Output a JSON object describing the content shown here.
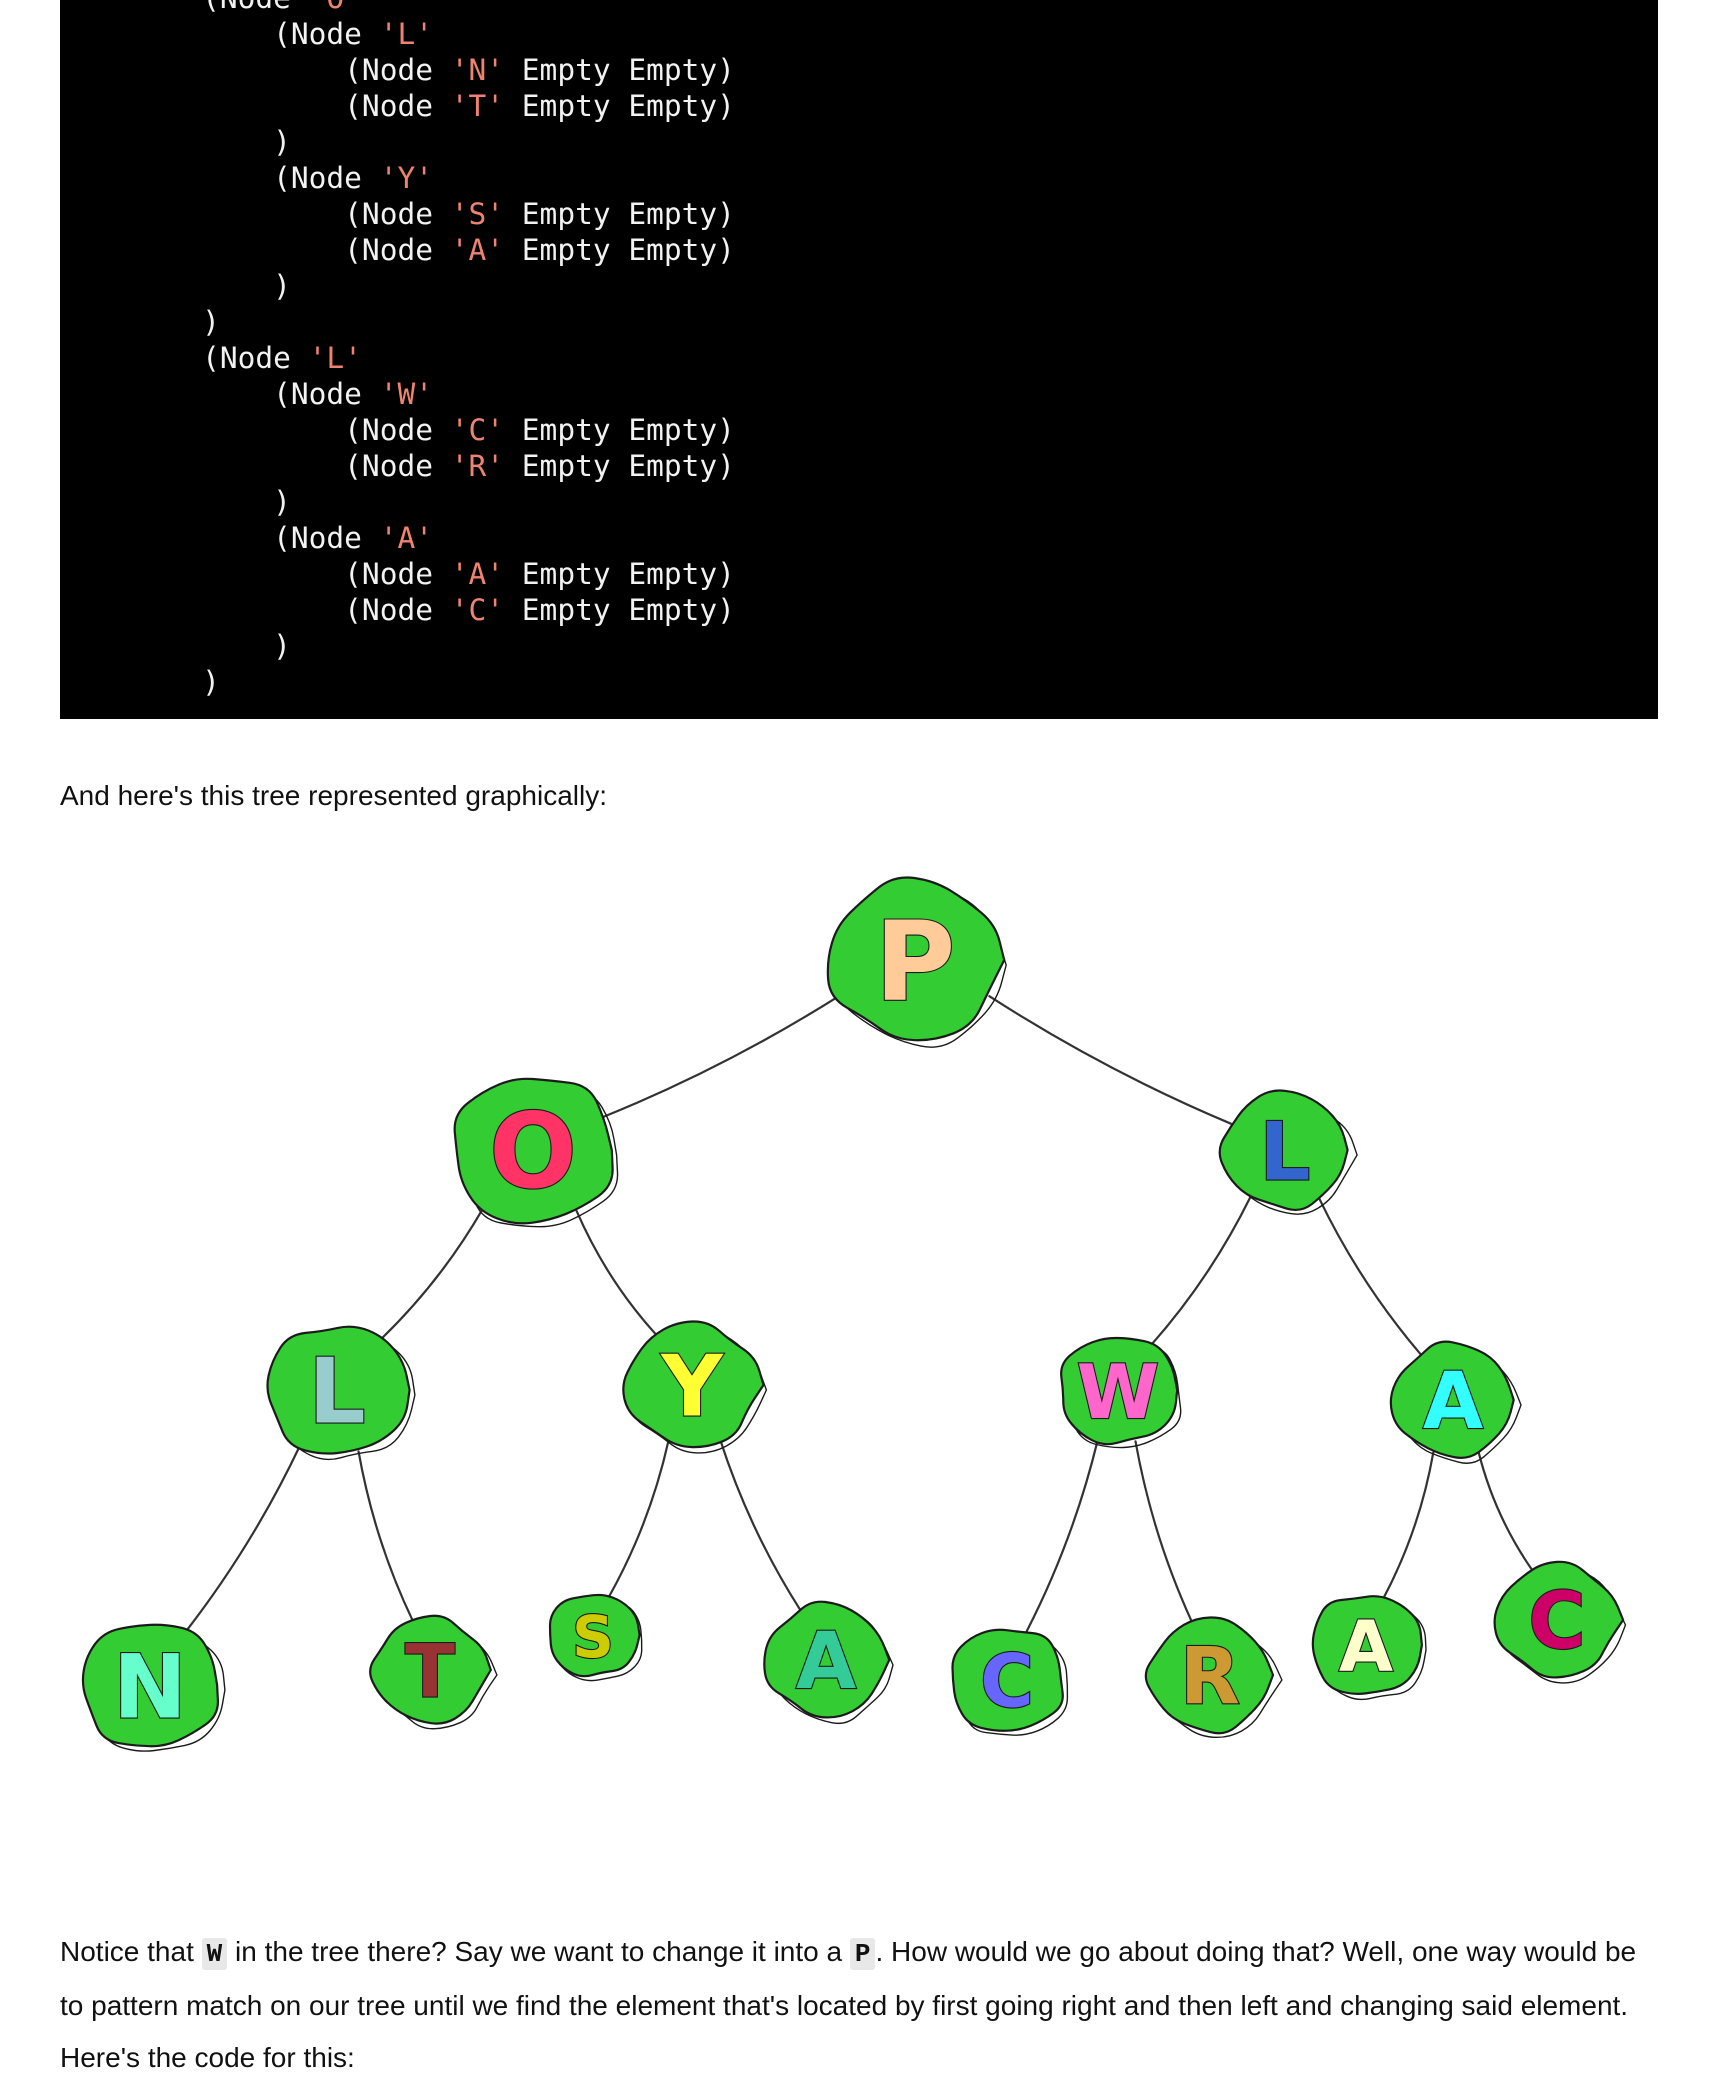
{
  "code_lines": [
    [
      {
        "t": "        (Node "
      },
      {
        "t": "'O'",
        "s": 1
      }
    ],
    [
      {
        "t": "            (Node "
      },
      {
        "t": "'L'",
        "s": 1
      }
    ],
    [
      {
        "t": "                (Node "
      },
      {
        "t": "'N'",
        "s": 1
      },
      {
        "t": " Empty Empty)"
      }
    ],
    [
      {
        "t": "                (Node "
      },
      {
        "t": "'T'",
        "s": 1
      },
      {
        "t": " Empty Empty)"
      }
    ],
    [
      {
        "t": "            )"
      }
    ],
    [
      {
        "t": "            (Node "
      },
      {
        "t": "'Y'",
        "s": 1
      }
    ],
    [
      {
        "t": "                (Node "
      },
      {
        "t": "'S'",
        "s": 1
      },
      {
        "t": " Empty Empty)"
      }
    ],
    [
      {
        "t": "                (Node "
      },
      {
        "t": "'A'",
        "s": 1
      },
      {
        "t": " Empty Empty)"
      }
    ],
    [
      {
        "t": "            )"
      }
    ],
    [
      {
        "t": "        )"
      }
    ],
    [
      {
        "t": "        (Node "
      },
      {
        "t": "'L'",
        "s": 1
      }
    ],
    [
      {
        "t": "            (Node "
      },
      {
        "t": "'W'",
        "s": 1
      }
    ],
    [
      {
        "t": "                (Node "
      },
      {
        "t": "'C'",
        "s": 1
      },
      {
        "t": " Empty Empty)"
      }
    ],
    [
      {
        "t": "                (Node "
      },
      {
        "t": "'R'",
        "s": 1
      },
      {
        "t": " Empty Empty)"
      }
    ],
    [
      {
        "t": "            )"
      }
    ],
    [
      {
        "t": "            (Node "
      },
      {
        "t": "'A'",
        "s": 1
      }
    ],
    [
      {
        "t": "                (Node "
      },
      {
        "t": "'A'",
        "s": 1
      },
      {
        "t": " Empty Empty)"
      }
    ],
    [
      {
        "t": "                (Node "
      },
      {
        "t": "'C'",
        "s": 1
      },
      {
        "t": " Empty Empty)"
      }
    ],
    [
      {
        "t": "            )"
      }
    ],
    [
      {
        "t": "        )"
      }
    ]
  ],
  "intro_text": "And here's this tree represented graphically:",
  "notice": {
    "before": "Notice that ",
    "code1": "W",
    "middle": " in the tree there? Say we want to change it into a ",
    "code2": "P",
    "after": ". How would we go about doing that? Well, one way would be to pattern match on our tree until we find the element that's located by first going right and then left and changing said element. Here's the code for this:"
  },
  "tree": {
    "nodes": [
      {
        "id": "P",
        "letter": "P",
        "color": "#ffcc99"
      },
      {
        "id": "O",
        "letter": "O",
        "color": "#ff3366"
      },
      {
        "id": "L1",
        "letter": "L",
        "color": "#3366cc"
      },
      {
        "id": "L2",
        "letter": "L",
        "color": "#99cccc"
      },
      {
        "id": "Y",
        "letter": "Y",
        "color": "#ffff33"
      },
      {
        "id": "W",
        "letter": "W",
        "color": "#ff66cc"
      },
      {
        "id": "A1",
        "letter": "A",
        "color": "#33ffff"
      },
      {
        "id": "N",
        "letter": "N",
        "color": "#66ffcc"
      },
      {
        "id": "T",
        "letter": "T",
        "color": "#993333"
      },
      {
        "id": "S",
        "letter": "S",
        "color": "#cccc00"
      },
      {
        "id": "A2",
        "letter": "A",
        "color": "#33cc99"
      },
      {
        "id": "C1",
        "letter": "C",
        "color": "#6666ff"
      },
      {
        "id": "R",
        "letter": "R",
        "color": "#cc9933"
      },
      {
        "id": "A3",
        "letter": "A",
        "color": "#ffffcc"
      },
      {
        "id": "C2",
        "letter": "C",
        "color": "#cc0066"
      }
    ],
    "edges": [
      [
        "P",
        "O"
      ],
      [
        "P",
        "L1"
      ],
      [
        "O",
        "L2"
      ],
      [
        "O",
        "Y"
      ],
      [
        "L1",
        "W"
      ],
      [
        "L1",
        "A1"
      ],
      [
        "L2",
        "N"
      ],
      [
        "L2",
        "T"
      ],
      [
        "Y",
        "S"
      ],
      [
        "Y",
        "A2"
      ],
      [
        "W",
        "C1"
      ],
      [
        "W",
        "R"
      ],
      [
        "A1",
        "A3"
      ],
      [
        "A1",
        "C2"
      ]
    ]
  }
}
